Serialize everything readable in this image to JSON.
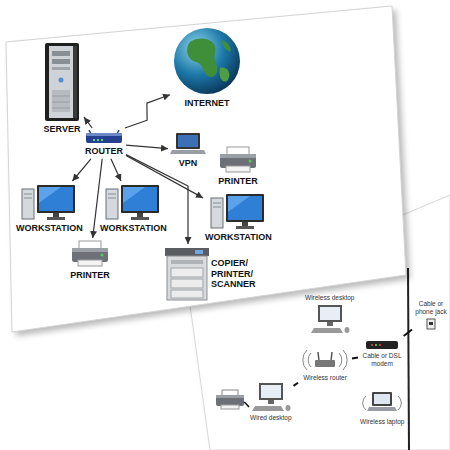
{
  "diagram": {
    "nodes": [
      {
        "text": [
          "SERVER"
        ]
      },
      {
        "text": [
          "INTERNET"
        ]
      },
      {
        "text": [
          "ROUTER"
        ]
      },
      {
        "text": [
          "VPN"
        ]
      },
      {
        "text": [
          "PRINTER"
        ]
      },
      {
        "text": [
          "WORKSTATION"
        ]
      },
      {
        "text": [
          "WORKSTATION"
        ]
      },
      {
        "text": [
          "WORKSTATION"
        ]
      },
      {
        "text": [
          "PRINTER"
        ]
      },
      {
        "text": [
          "COPIER/ PRINTER/ SCANNER"
        ]
      },
      {
        "text": [
          "Wireless desktop"
        ]
      },
      {
        "text": [
          "Wireless router"
        ]
      },
      {
        "text": [
          "Cable or DSL modem"
        ]
      },
      {
        "text": [
          "Cable or phone jack"
        ]
      },
      {
        "text": [
          "Wired desktop"
        ]
      },
      {
        "text": [
          "Wireless laptop"
        ]
      }
    ],
    "edges": [
      {
        "from": 2,
        "to": 0,
        "arrow": "to"
      },
      {
        "from": 2,
        "to": 1,
        "arrow": "to"
      },
      {
        "from": 2,
        "to": 3,
        "arrow": "to"
      },
      {
        "from": 2,
        "to": 5,
        "arrow": "to"
      },
      {
        "from": 2,
        "to": 6,
        "arrow": "to"
      },
      {
        "from": 2,
        "to": 7,
        "arrow": "to"
      },
      {
        "from": 2,
        "to": 8,
        "arrow": "to"
      },
      {
        "from": 2,
        "to": 9,
        "arrow": "to"
      },
      {
        "from": 11,
        "to": 12,
        "arrow": "none"
      },
      {
        "from": 12,
        "to": 13,
        "arrow": "none"
      },
      {
        "from": 14,
        "to": 11,
        "arrow": "none"
      }
    ]
  }
}
